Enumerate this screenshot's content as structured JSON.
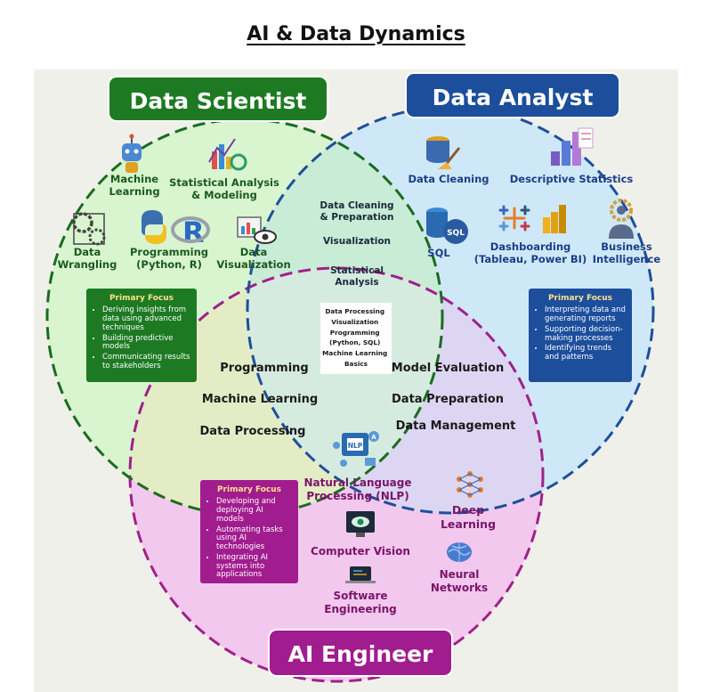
{
  "title": "AI & Data Dynamics",
  "colors": {
    "scientist_fill": "#d8f5cf",
    "scientist_stroke": "#1b6b1f",
    "scientist_banner": "#1d7a23",
    "analyst_fill": "#cfe8f8",
    "analyst_stroke": "#1d4f9a",
    "analyst_banner": "#1c4e9c",
    "engineer_fill": "#f3c8ee",
    "engineer_stroke": "#a0208a",
    "engineer_banner": "#a11c8e",
    "center_fill": "#ffffff"
  },
  "scientist": {
    "banner": "Data Scientist",
    "skills": [
      "Machine Learning",
      "Statistical Analysis & Modeling",
      "Data Wrangling",
      "Programming (Python, R)",
      "Data Visualization"
    ],
    "focus_title": "Primary Focus",
    "focus_items": [
      "Deriving insights from data using advanced techniques",
      "Building predictive models",
      "Communicating results to stakeholders"
    ]
  },
  "analyst": {
    "banner": "Data Analyst",
    "skills": [
      "Data Cleaning",
      "Descriptive Statistics",
      "SQL",
      "Dashboarding (Tableau, Power BI)",
      "Business Intelligence"
    ],
    "focus_title": "Primary Focus",
    "focus_items": [
      "Interpreting data and generating reports",
      "Supporting decision-making processes",
      "Identifying trends and patterns"
    ]
  },
  "engineer": {
    "banner": "AI Engineer",
    "skills": [
      "Natural Language Processing (NLP)",
      "Deep Learning",
      "Computer Vision",
      "Neural Networks",
      "Software Engineering"
    ],
    "focus_title": "Primary Focus",
    "focus_items": [
      "Developing and deploying AI models",
      "Automating tasks using AI technologies",
      "Integrating AI systems into applications"
    ]
  },
  "overlap_scientist_analyst": [
    "Data Cleaning & Preparation",
    "Visualization",
    "Statistical Analysis"
  ],
  "overlap_scientist_engineer": [
    "Programming",
    "Machine Learning",
    "Data Processing"
  ],
  "overlap_analyst_engineer": [
    "Model Evaluation",
    "Data Preparation",
    "Data Management"
  ],
  "center": [
    "Data Processing",
    "Visualization",
    "Programming (Python, SQL)",
    "Machine Learning Basics"
  ],
  "icons": {
    "machine_learning": "robot-icon",
    "statistical_analysis": "chart-icon",
    "data_wrangling": "gears-icon",
    "programming": "python-r-icon",
    "data_visualization": "eye-chart-icon",
    "data_cleaning": "database-broom-icon",
    "descriptive_statistics": "bar-chart-icon",
    "sql": "sql-database-icon",
    "dashboarding": "tableau-powerbi-icon",
    "business_intelligence": "person-gear-icon",
    "nlp": "nlp-chip-icon",
    "deep_learning": "neural-mesh-icon",
    "computer_vision": "monitor-eye-icon",
    "neural_networks": "brain-icon",
    "software_engineering": "code-laptop-icon"
  }
}
